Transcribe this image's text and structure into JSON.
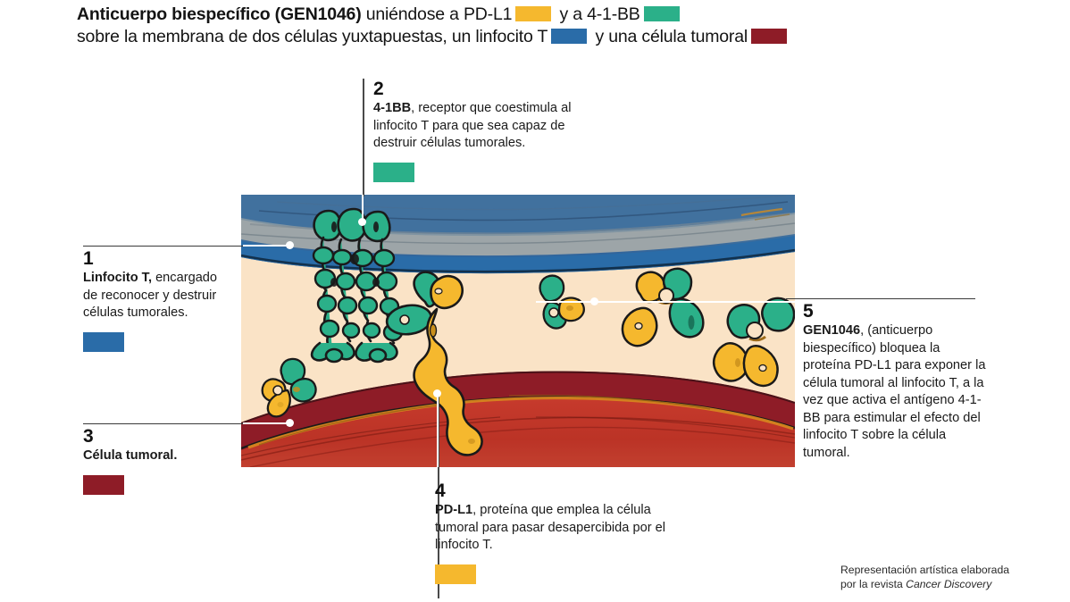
{
  "title": {
    "line1_part1": "Anticuerpo biespecífico (GEN1046)",
    "line1_part2": " uniéndose a PD-L1",
    "line1_part3": " y a 4-1-BB",
    "line2_part1": "sobre la membrana de dos células yuxtapuestas, un linfocito T",
    "line2_part2": " y una célula tumoral"
  },
  "colors": {
    "pd_l1_yellow": "#F5B82E",
    "four_one_bb_green": "#2BB089",
    "lymphocyte_blue": "#2A6CA8",
    "tumor_dark_red": "#8E1C27",
    "cytoplasm_cream": "#FAE3C6",
    "tumor_inner_red": "#C0392B",
    "outline_black": "#1a1a1a",
    "rule_gray": "#2b2b2b",
    "dot_white": "#ffffff"
  },
  "callouts": [
    {
      "id": "1",
      "number": "1",
      "title": "Linfocito T,",
      "text": " encargado de reconocer y destruir células tumorales.",
      "swatch_color": "#2A6CA8",
      "swatch_name": "lymphocyte-blue-swatch"
    },
    {
      "id": "2",
      "number": "2",
      "title": "4-1BB",
      "text": ", receptor que coestimula al linfocito T para que sea capaz de destruir células tumorales.",
      "swatch_color": "#2BB089",
      "swatch_name": "four-one-bb-green-swatch"
    },
    {
      "id": "3",
      "number": "3",
      "title": "Célula tumoral.",
      "text": "",
      "swatch_color": "#8E1C27",
      "swatch_name": "tumor-dark-red-swatch"
    },
    {
      "id": "4",
      "number": "4",
      "title": "PD-L1",
      "text": ", proteína que emplea la célula tumoral para pasar desapercibida por el linfocito T.",
      "swatch_color": "#F5B82E",
      "swatch_name": "pd-l1-yellow-swatch"
    },
    {
      "id": "5",
      "number": "5",
      "title": "GEN1046",
      "text": ", (anticuerpo biespecífico) bloquea la proteína PD-L1 para exponer la célula tumoral al linfocito T, a la vez que activa el antígeno 4-1-BB para estimular el efecto del linfocito T sobre la célula tumoral.",
      "swatch_color": null,
      "swatch_name": null
    }
  ],
  "credit": {
    "line1": "Representación artística elaborada",
    "line2_prefix": "por la revista ",
    "line2_italic": "Cancer Discovery"
  }
}
